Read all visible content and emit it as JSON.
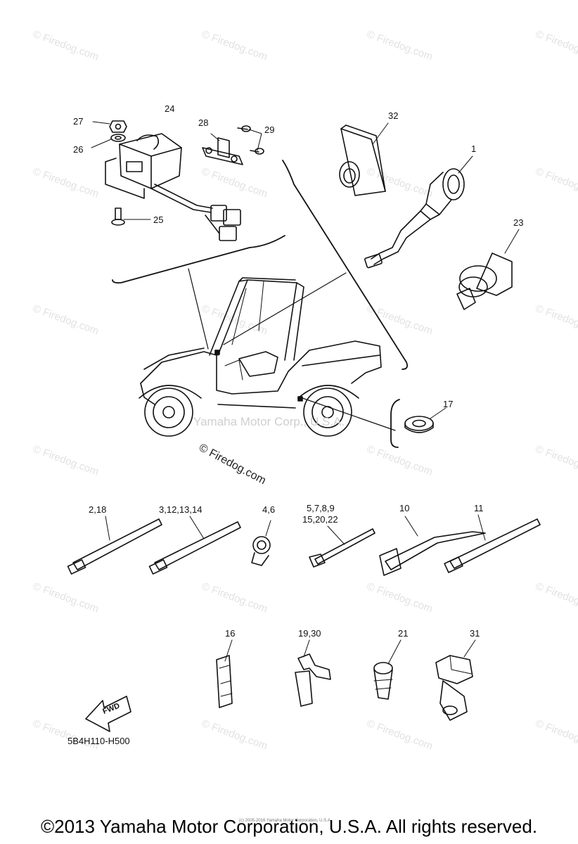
{
  "callouts": {
    "c27": "27",
    "c24": "24",
    "c26": "26",
    "c25": "25",
    "c28": "28",
    "c29": "29",
    "c32": "32",
    "c1": "1",
    "c23": "23",
    "c17": "17",
    "c2_18": "2,18",
    "c3_12_13_14": "3,12,13,14",
    "c4_6": "4,6",
    "c5_7_8_9": "5,7,8,9",
    "c15_20_22": "15,20,22",
    "c10": "10",
    "c11": "11",
    "c16": "16",
    "c19_30": "19,30",
    "c21": "21",
    "c31": "31"
  },
  "fwd_label": "FWD",
  "diagram_ref": "5B4H110-H500",
  "watermark_text": "© Firedog.com",
  "corp_watermark": "Yamaha Motor Corp., U.S.A.",
  "firedog_mark": "© Firedog.com",
  "tiny_copyright": "(c) 2005-2016 Yamaha Motor Corporation, U.S.A.",
  "footer_copyright": "©2013 Yamaha Motor Corporation, U.S.A. All rights reserved.",
  "colors": {
    "ink": "#111111",
    "watermark": "#e2e2e2",
    "background": "#ffffff"
  }
}
